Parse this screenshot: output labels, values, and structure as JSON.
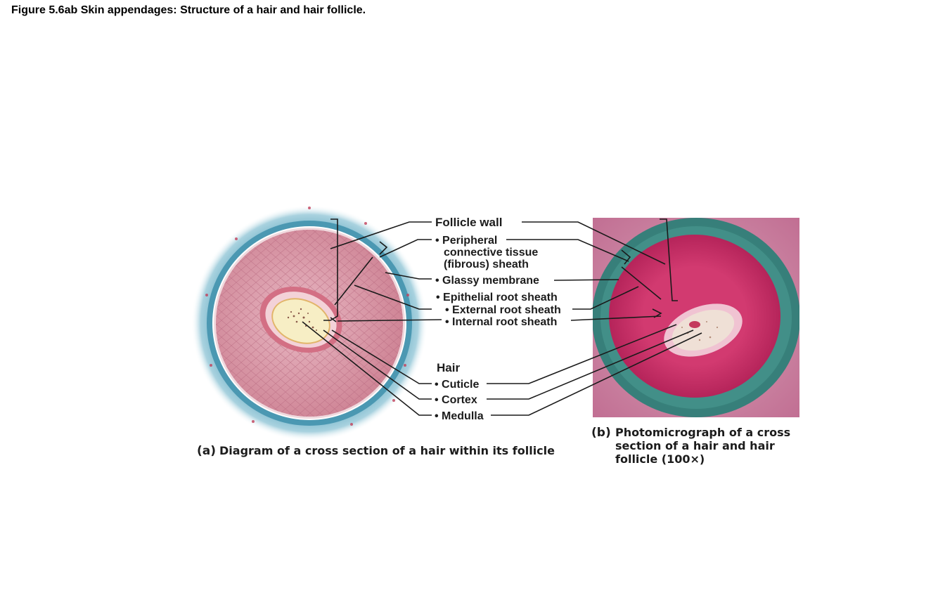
{
  "figure_title": "Figure 5.6ab Skin appendages: Structure of a hair and hair follicle.",
  "labels": {
    "follicle_wall": "Follicle wall",
    "peripheral_1": "• Peripheral",
    "peripheral_2": "connective tissue",
    "peripheral_3": "(fibrous) sheath",
    "glassy_membrane": "• Glassy membrane",
    "epithelial_root_sheath": "• Epithelial root sheath",
    "external_root_sheath": "• External root sheath",
    "internal_root_sheath": "• Internal root sheath",
    "hair": "Hair",
    "cuticle": "• Cuticle",
    "cortex": "• Cortex",
    "medulla": "• Medulla"
  },
  "panel_a": {
    "letter": "(a)",
    "caption": "Diagram of a cross section of a hair within its follicle"
  },
  "panel_b": {
    "letter": "(b)",
    "caption_1": "Photomicrograph of a cross",
    "caption_2": "section of a hair and hair",
    "caption_3": "follicle (100×)"
  },
  "colors": {
    "connective_tissue": "#3f8fa8",
    "epithelium": "#d795a6",
    "hair_core": "#f6ecc0",
    "stain_pink": "#c8306a",
    "stain_teal": "#2f7f78",
    "leader_line": "#1a1a1a"
  }
}
